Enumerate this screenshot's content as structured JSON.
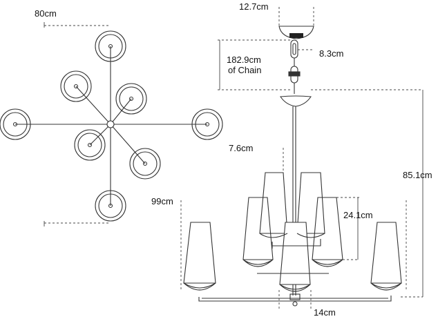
{
  "dimensions": {
    "top_view_width": "80cm",
    "canopy_diameter": "12.7cm",
    "chain_length_line1": "182.9cm",
    "chain_length_line2": "of Chain",
    "chain_link_width": "8.3cm",
    "shade_top_width": "7.6cm",
    "overall_height": "85.1cm",
    "overall_width": "99cm",
    "shade_height": "24.1cm",
    "bottom_width": "14cm"
  },
  "colors": {
    "line": "#333333",
    "dimension": "#444444",
    "canopy_dark": "#222222"
  }
}
